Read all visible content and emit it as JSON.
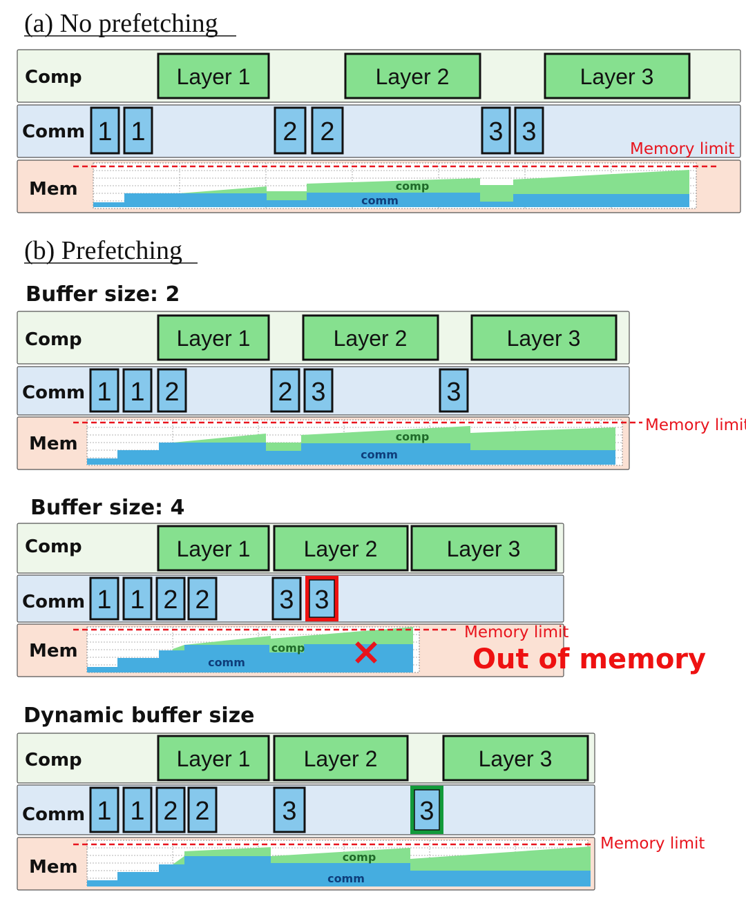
{
  "colors": {
    "comp_row": "#eef7ea",
    "comm_row": "#dce9f6",
    "mem_row": "#fbe1d4",
    "layer_fill": "#86e08f",
    "chunk_fill": "#86c8ec",
    "mem_comm": "#45ade0",
    "mem_comp": "#86e08f",
    "limit": "#e8141d",
    "oom_box": "#ee1111",
    "ok_box": "#129a3a"
  },
  "row_labels": {
    "comp": "Comp",
    "comm": "Comm",
    "mem": "Mem"
  },
  "area_labels": {
    "comp": "comp",
    "comm": "comm"
  },
  "memory_limit_label": "Memory limit",
  "section_a": {
    "title": "(a) No prefetching"
  },
  "section_b": {
    "title": "(b) Prefetching"
  },
  "panels": [
    {
      "id": "a",
      "heading": "",
      "layers": [
        "Layer 1",
        "Layer 2",
        "Layer 3"
      ],
      "chunks": [
        "1",
        "1",
        "2",
        "2",
        "3",
        "3"
      ]
    },
    {
      "id": "b2",
      "heading": "Buffer size: 2",
      "layers": [
        "Layer 1",
        "Layer 2",
        "Layer 3"
      ],
      "chunks": [
        "1",
        "1",
        "2",
        "2",
        "3",
        "3"
      ]
    },
    {
      "id": "b4",
      "heading": "Buffer size: 4",
      "layers": [
        "Layer 1",
        "Layer 2",
        "Layer 3"
      ],
      "chunks": [
        "1",
        "1",
        "2",
        "2",
        "3",
        "3"
      ],
      "status": "Out of memory",
      "failure_marker": "×",
      "highlight": "oom"
    },
    {
      "id": "dyn",
      "heading": "Dynamic buffer size",
      "layers": [
        "Layer 1",
        "Layer 2",
        "Layer 3"
      ],
      "chunks": [
        "1",
        "1",
        "2",
        "2",
        "3",
        "3"
      ],
      "highlight": "ok"
    }
  ]
}
